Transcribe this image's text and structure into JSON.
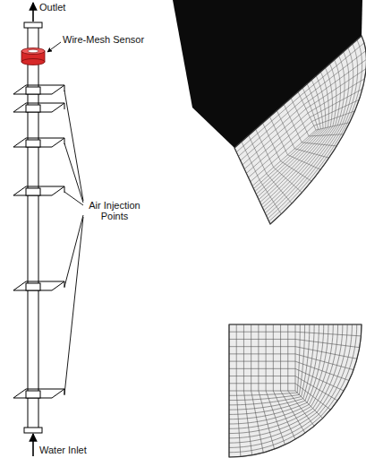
{
  "diagram": {
    "labels": [
      "Outlet",
      "Wire-Mesh Sensor",
      "Air Injection Points",
      "Water Inlet"
    ]
  }
}
